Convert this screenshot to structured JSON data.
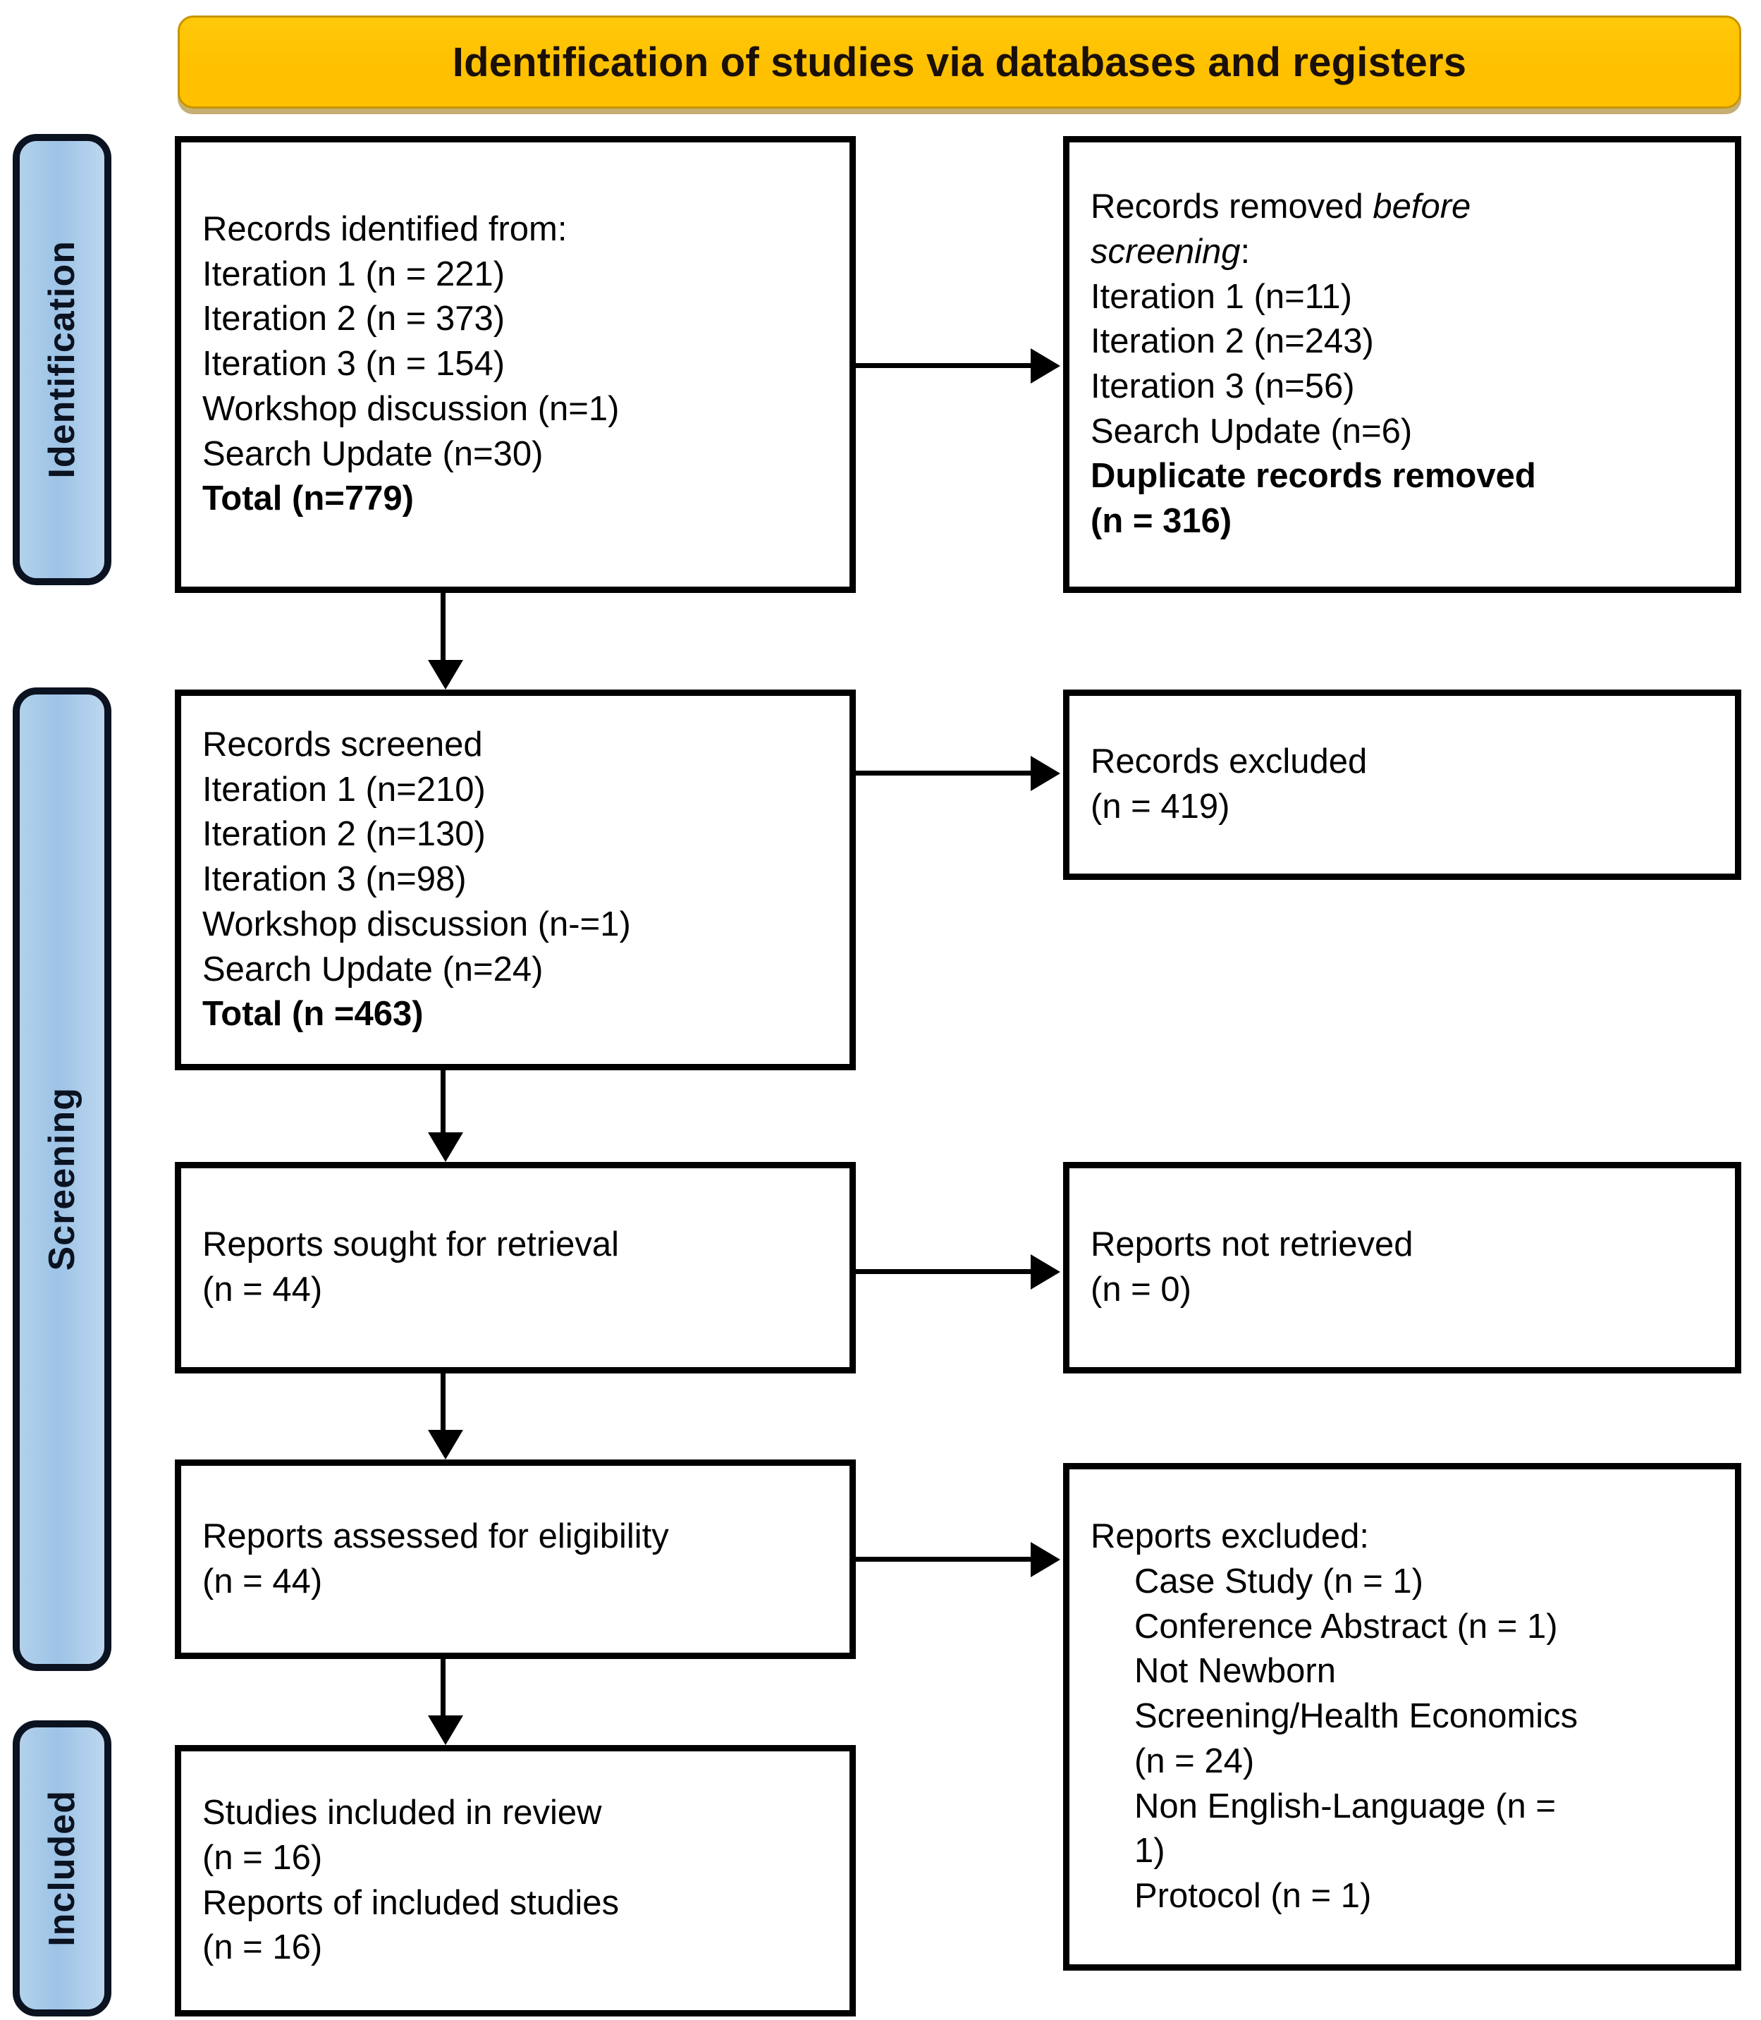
{
  "banner": {
    "title": "Identification of studies via databases and registers",
    "bg_color": "#FFC000",
    "text_color": "#1A1008"
  },
  "phases": {
    "identification": "Identification",
    "screening": "Screening",
    "included": "Included",
    "bar_color": "#9DC3E6"
  },
  "boxes": {
    "identified": {
      "lines": [
        "Records identified from:",
        "Iteration 1 (n = 221)",
        "Iteration 2 (n = 373)",
        "Iteration 3 (n = 154)",
        "Workshop discussion (n=1)",
        "Search Update (n=30)"
      ],
      "total": "Total (n=779)"
    },
    "removed_before_screening": {
      "heading_plain": "Records removed ",
      "heading_italic_1": "before",
      "heading_italic_2": "screening",
      "heading_colon": ":",
      "lines": [
        "Iteration 1 (n=11)",
        "Iteration 2 (n=243)",
        "Iteration 3 (n=56)",
        "Search Update (n=6)"
      ],
      "duplicate_label": "Duplicate records removed",
      "duplicate_count": "(n = 316)"
    },
    "screened": {
      "lines": [
        "Records screened",
        "Iteration 1 (n=210)",
        "Iteration 2 (n=130)",
        "Iteration 3 (n=98)",
        "Workshop discussion (n-=1)",
        "Search Update (n=24)"
      ],
      "total": "Total (n =463)"
    },
    "records_excluded": {
      "label": "Records excluded",
      "count": "(n = 419)"
    },
    "reports_sought": {
      "label": "Reports sought for retrieval",
      "count": "(n = 44)"
    },
    "reports_not_retrieved": {
      "label": "Reports not retrieved",
      "count": "(n = 0)"
    },
    "reports_assessed": {
      "label": "Reports assessed for eligibility",
      "count": "(n = 44)"
    },
    "reports_excluded": {
      "heading": "Reports excluded:",
      "reasons": [
        "Case Study (n = 1)",
        "Conference Abstract (n = 1)",
        "Not Newborn",
        "Screening/Health Economics",
        "(n = 24)",
        "Non English-Language (n =",
        "1)",
        "Protocol (n = 1)"
      ]
    },
    "studies_included": {
      "studies_label": "Studies included in review",
      "studies_count": "(n = 16)",
      "reports_label": "Reports of included studies",
      "reports_count": "(n = 16)"
    }
  }
}
